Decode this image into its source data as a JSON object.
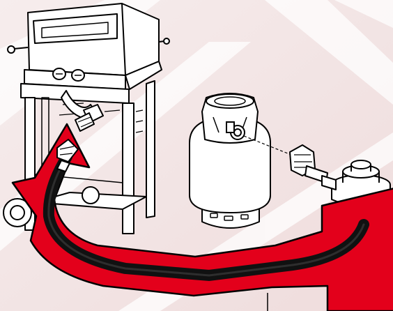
{
  "illustration": {
    "subject": "",
    "labels": [],
    "colors": {
      "background_pink": "#efdcdc",
      "background_light": "#f6eded",
      "highlight_white": "#ffffff",
      "arrow_red": "#e3001b",
      "hose_black": "#111111",
      "outline": "#000000",
      "tank_fill": "#ffffff",
      "grill_fill": "#ffffff"
    },
    "parts": [
      "gas-grill",
      "grill-control-knobs",
      "grill-inlet-fitting",
      "propane-tank",
      "tank-valve",
      "qcc-coupling-nut",
      "pressure-regulator",
      "rubber-gas-hose",
      "hose-end-fitting",
      "flow-arrow"
    ]
  }
}
